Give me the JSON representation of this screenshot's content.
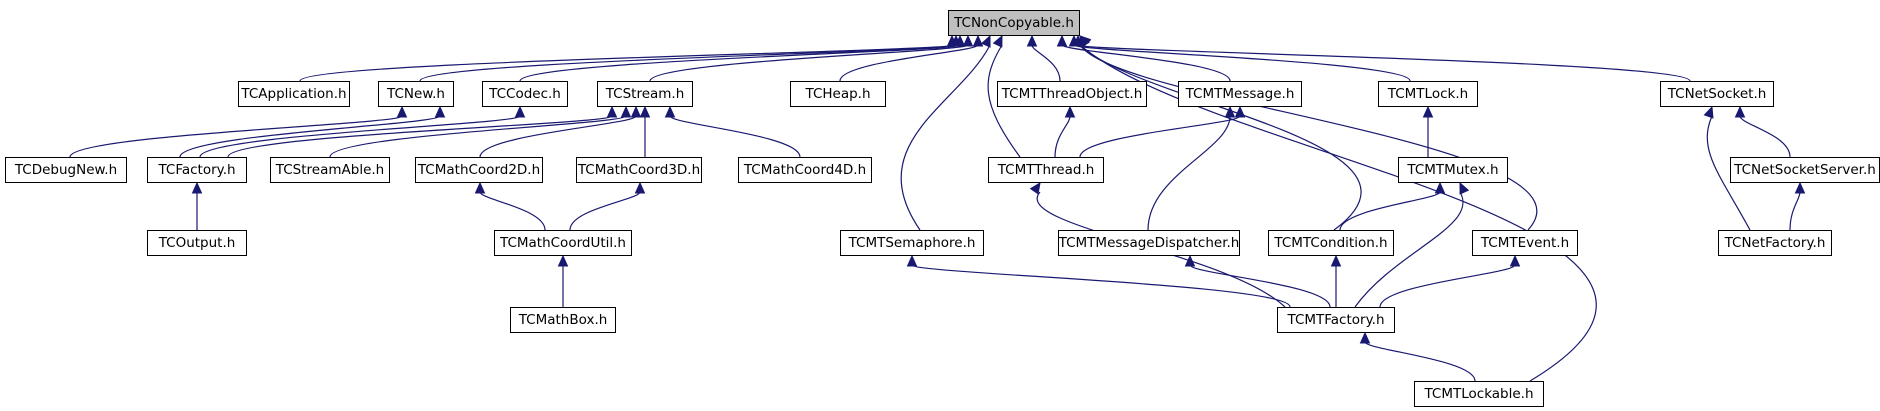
{
  "nodes": {
    "root": "TCNonCopyable.h",
    "app": "TCApplication.h",
    "new": "TCNew.h",
    "codec": "TCCodec.h",
    "stream": "TCStream.h",
    "heap": "TCHeap.h",
    "mttobj": "TCMTThreadObject.h",
    "mtmsg": "TCMTMessage.h",
    "mtlock": "TCMTLock.h",
    "netsock": "TCNetSocket.h",
    "debugnew": "TCDebugNew.h",
    "factory": "TCFactory.h",
    "streamable": "TCStreamAble.h",
    "mc2d": "TCMathCoord2D.h",
    "mc3d": "TCMathCoord3D.h",
    "mc4d": "TCMathCoord4D.h",
    "mtthread": "TCMTThread.h",
    "mtmutex": "TCMTMutex.h",
    "netsrv": "TCNetSocketServer.h",
    "output": "TCOutput.h",
    "mcutil": "TCMathCoordUtil.h",
    "mtsem": "TCMTSemaphore.h",
    "mtmsgdisp": "TCMTMessageDispatcher.h",
    "mtcond": "TCMTCondition.h",
    "mtevent": "TCMTEvent.h",
    "netfact": "TCNetFactory.h",
    "mathbox": "TCMathBox.h",
    "mtfact": "TCMTFactory.h",
    "mtlockable": "TCMTLockable.h"
  },
  "colors": {
    "edge": "#191970",
    "root_fill": "#bfbfbf",
    "node_fill": "#ffffff",
    "border": "#000000"
  },
  "edges": [
    [
      "app",
      "root"
    ],
    [
      "new",
      "root"
    ],
    [
      "codec",
      "root"
    ],
    [
      "stream",
      "root"
    ],
    [
      "heap",
      "root"
    ],
    [
      "mttobj",
      "root"
    ],
    [
      "mtmsg",
      "root"
    ],
    [
      "mtlock",
      "root"
    ],
    [
      "netsock",
      "root"
    ],
    [
      "mtsem",
      "root"
    ],
    [
      "mtthread",
      "root"
    ],
    [
      "mtcond",
      "root"
    ],
    [
      "mtevent",
      "root"
    ],
    [
      "mtlockable",
      "root"
    ],
    [
      "debugnew",
      "new"
    ],
    [
      "factory",
      "new"
    ],
    [
      "factory",
      "codec"
    ],
    [
      "factory",
      "stream"
    ],
    [
      "streamable",
      "stream"
    ],
    [
      "mc2d",
      "stream"
    ],
    [
      "mc3d",
      "stream"
    ],
    [
      "mc4d",
      "stream"
    ],
    [
      "output",
      "factory"
    ],
    [
      "mcutil",
      "mc2d"
    ],
    [
      "mcutil",
      "mc3d"
    ],
    [
      "mathbox",
      "mcutil"
    ],
    [
      "mtthread",
      "mttobj"
    ],
    [
      "mtthread",
      "mtmsg"
    ],
    [
      "mtmsgdisp",
      "mtmsg"
    ],
    [
      "mtmutex",
      "mtlock"
    ],
    [
      "mtcond",
      "mtmutex"
    ],
    [
      "mtfact",
      "mtmutex"
    ],
    [
      "mtfact",
      "mtsem"
    ],
    [
      "mtfact",
      "mtthread"
    ],
    [
      "mtfact",
      "mtmsgdisp"
    ],
    [
      "mtfact",
      "mtcond"
    ],
    [
      "mtfact",
      "mtevent"
    ],
    [
      "mtlockable",
      "mtfact"
    ],
    [
      "netsrv",
      "netsock"
    ],
    [
      "netfact",
      "netsock"
    ],
    [
      "netfact",
      "netsrv"
    ]
  ]
}
